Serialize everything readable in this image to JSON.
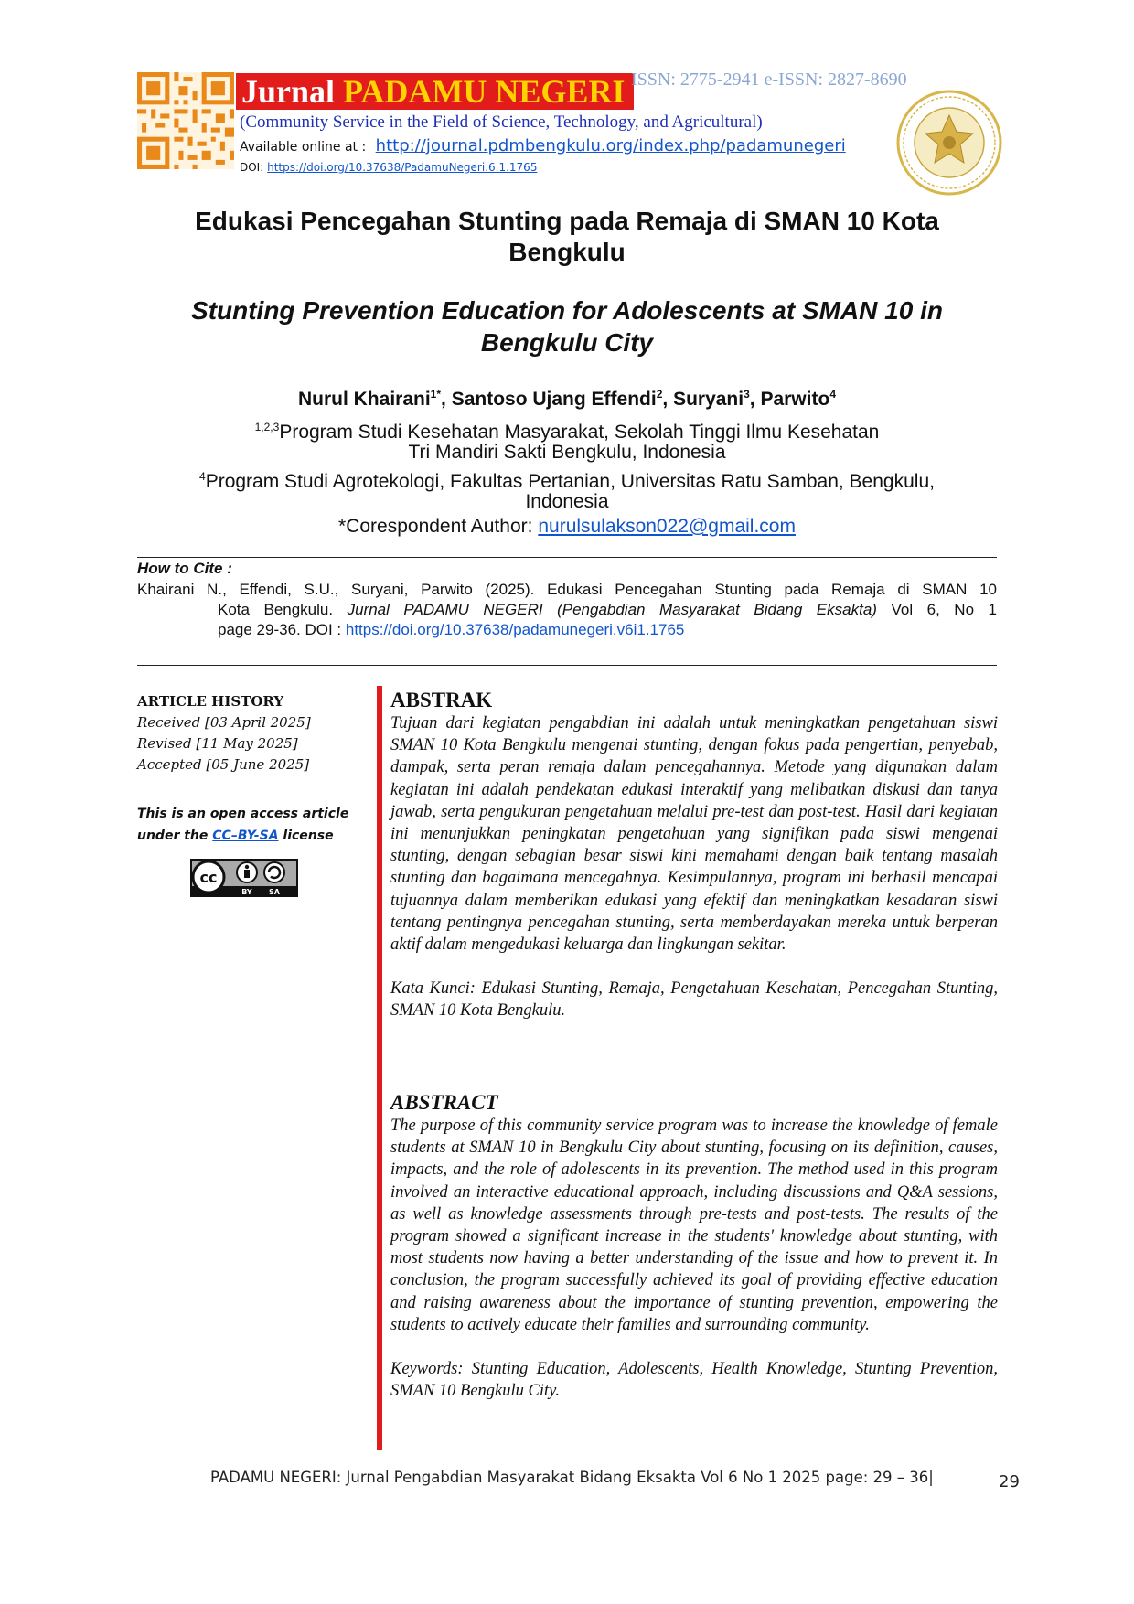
{
  "header": {
    "journal_word": "Jurnal",
    "journal_name": "PADAMU NEGERI",
    "issn": "ISSN: 2775-2941 e-ISSN: 2827-8690",
    "subtitle": "(Community Service in the Field of Science, Technology, and Agricultural)",
    "available_label": "Available online at :",
    "available_url": "http://journal.pdmbengkulu.org/index.php/padamunegeri",
    "doi_label": "DOI:",
    "doi_url": "https://doi.org/10.37638/PadamuNegeri.6.1.1765"
  },
  "title_id": "Edukasi Pencegahan Stunting pada Remaja di SMAN 10 Kota Bengkulu",
  "title_en": "Stunting Prevention Education for Adolescents at SMAN 10 in Bengkulu City",
  "authors": [
    {
      "name": "Nurul Khairani",
      "sup": "1*",
      "sep": ", "
    },
    {
      "name": "Santoso Ujang Effendi",
      "sup": "2",
      "sep": ", "
    },
    {
      "name": "Suryani",
      "sup": "3",
      "sep": ", "
    },
    {
      "name": "Parwito",
      "sup": "4",
      "sep": ""
    }
  ],
  "affiliations": {
    "a1_sup": "1,2,3",
    "a1_line1": "Program Studi Kesehatan  Masyarakat, Sekolah Tinggi Ilmu Kesehatan",
    "a1_line2": "Tri Mandiri Sakti Bengkulu, Indonesia",
    "a2_sup": "4",
    "a2_line1": "Program Studi Agrotekologi, Fakultas Pertanian, Universitas Ratu Samban, Bengkulu,",
    "a2_line2": "Indonesia",
    "correspondent_label": "*Corespondent Author:",
    "correspondent_email": "nurulsulakson022@gmail.com"
  },
  "cite": {
    "heading": "How to Cite :",
    "line1": "Khairani N., Effendi, S.U., Suryani, Parwito (2025). Edukasi Pencegahan Stunting pada Remaja di SMAN 10",
    "line2_a": "Kota Bengkulu.",
    "line2_b": "Jurnal  PADAMU NEGERI   (Pengabdian  Masyarakat  Bidang Eksakta)",
    "line2_c": "Vol 6, No 1",
    "line3_a": "page 29-36. DOI :",
    "line3_link": "https://doi.org/10.37638/padamunegeri.v6i1.1765"
  },
  "history": {
    "heading": "ARTICLE HISTORY",
    "received": "Received [03 April  2025]",
    "revised": "Revised [11 May 2025]",
    "accepted": "Accepted [05 June 2025]"
  },
  "license": {
    "line1": "This is an open access article",
    "line2_a": "under the",
    "link": "CC–BY-SA",
    "line2_b": "license",
    "badge_by": "BY",
    "badge_sa": "SA"
  },
  "abstrak": {
    "heading": "ABSTRAK",
    "body": "Tujuan dari kegiatan pengabdian ini adalah untuk meningkatkan pengetahuan siswi SMAN 10 Kota Bengkulu mengenai stunting, dengan fokus pada pengertian, penyebab, dampak, serta peran remaja dalam pencegahannya. Metode yang digunakan dalam kegiatan ini adalah pendekatan edukasi interaktif yang melibatkan diskusi dan tanya jawab, serta pengukuran pengetahuan melalui pre-test dan post-test. Hasil dari kegiatan ini menunjukkan peningkatan pengetahuan yang signifikan pada siswi mengenai stunting, dengan sebagian besar siswi kini memahami dengan baik tentang masalah stunting dan bagaimana mencegahnya. Kesimpulannya, program ini berhasil mencapai tujuannya dalam memberikan edukasi yang efektif dan meningkatkan kesadaran siswi tentang pentingnya pencegahan stunting, serta memberdayakan mereka untuk berperan aktif dalam mengedukasi keluarga dan lingkungan sekitar.",
    "keywords": "Kata Kunci: Edukasi Stunting, Remaja, Pengetahuan Kesehatan, Pencegahan Stunting, SMAN 10 Kota Bengkulu."
  },
  "abstract": {
    "heading": "ABSTRACT",
    "body": "The purpose of this community service program was to increase the knowledge of female students at SMAN 10 in Bengkulu City about stunting, focusing on its definition, causes, impacts, and the role of adolescents in its prevention. The method used in this program involved an interactive educational approach, including discussions and Q&A sessions, as well as knowledge assessments through pre-tests and post-tests. The results of the program showed a significant increase in the students' knowledge about stunting, with most students now having a better understanding of the issue and how to prevent it. In conclusion, the program successfully achieved its goal of providing effective education and raising awareness about the importance of stunting prevention, empowering the students to actively educate their families and surrounding community.",
    "keywords": "Keywords: Stunting Education, Adolescents, Health Knowledge, Stunting Prevention, SMAN 10 Bengkulu City."
  },
  "footer": {
    "text": "PADAMU NEGERI: Jurnal Pengabdian Masyarakat Bidang Eksakta Vol 6 No 1 2025 page: 29 – 36|",
    "page_number": "29"
  },
  "colors": {
    "brand_red": "#e21b1b",
    "brand_yellow": "#ffd200",
    "link_blue": "#1155cc",
    "issn_blue": "#8aa7d4",
    "subtitle_blue": "#1f2fb5"
  }
}
